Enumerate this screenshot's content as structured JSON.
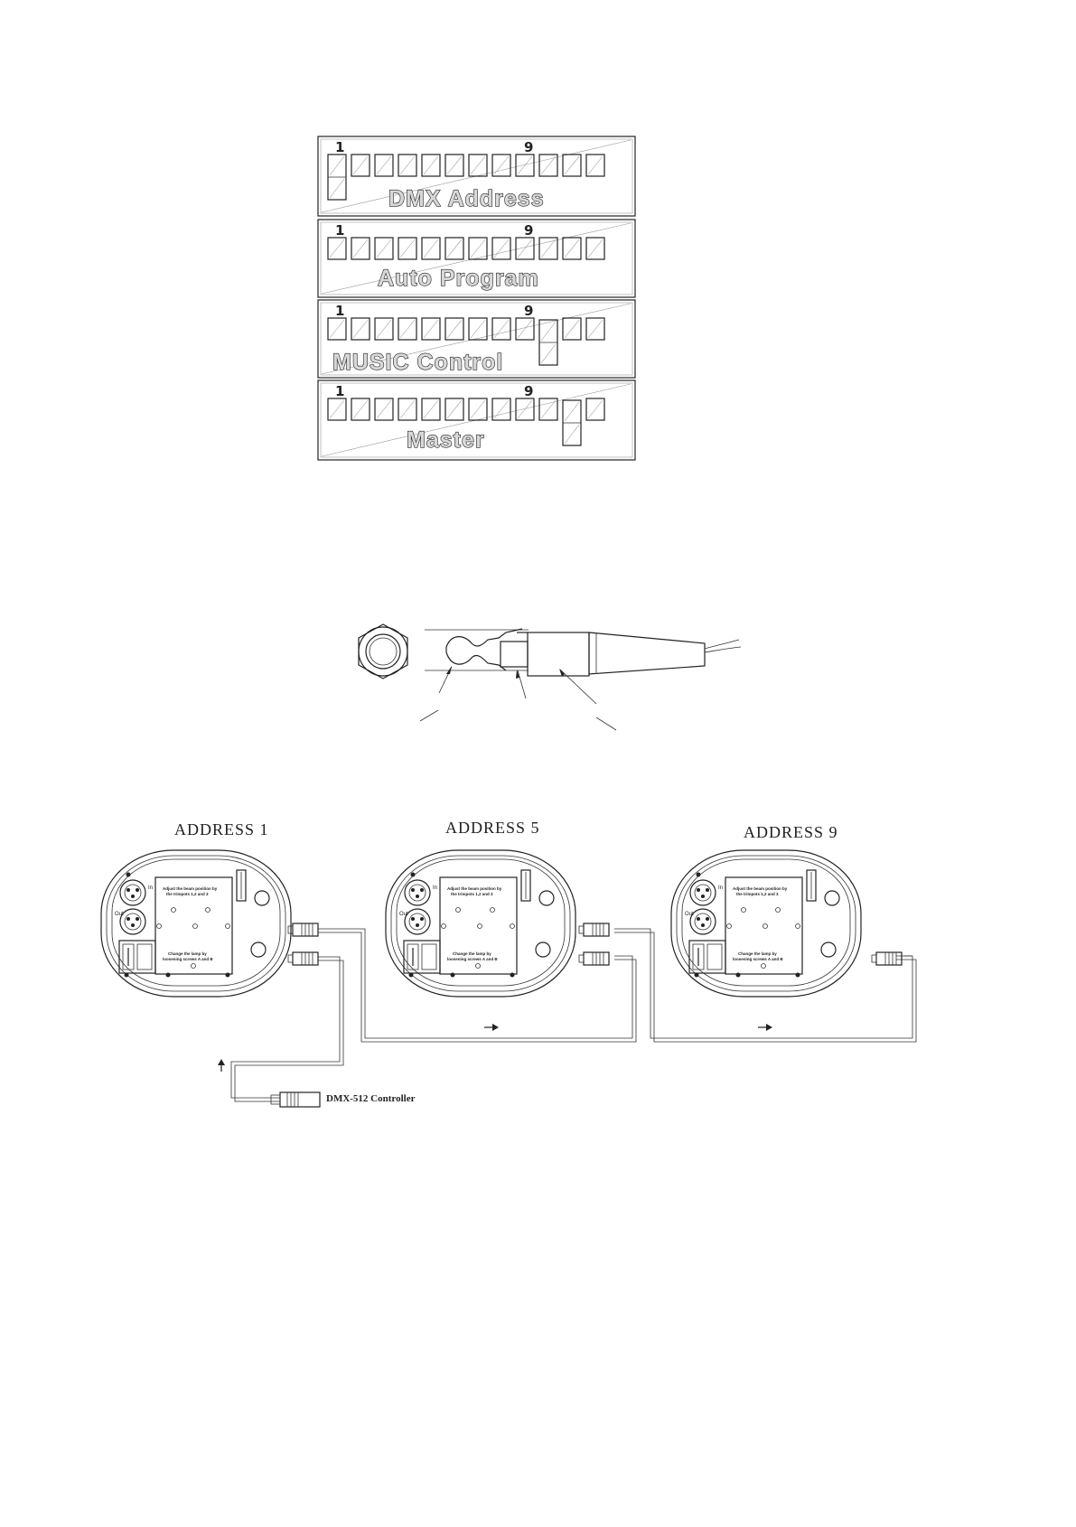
{
  "lcd_panels": [
    {
      "title": "DMX  Address",
      "num_left": "1",
      "num_mid": "9"
    },
    {
      "title": "Auto  Program",
      "num_left": "1",
      "num_mid": "9"
    },
    {
      "title": "MUSIC  Control",
      "num_left": "1",
      "num_mid": "9"
    },
    {
      "title": "Master",
      "num_left": "1",
      "num_mid": "9"
    }
  ],
  "fixtures": [
    {
      "label": "ADDRESS  1"
    },
    {
      "label": "ADDRESS  5"
    },
    {
      "label": "ADDRESS  9"
    }
  ],
  "controller_label": "DMX-512 Controller",
  "panel_text": {
    "adjust": "Adjust the beam position by",
    "adjust2": "the trimpots 1,2 and 3",
    "change": "Change the lamp by",
    "change2": "loosening screws A and B",
    "in": "In",
    "out": "Out"
  }
}
